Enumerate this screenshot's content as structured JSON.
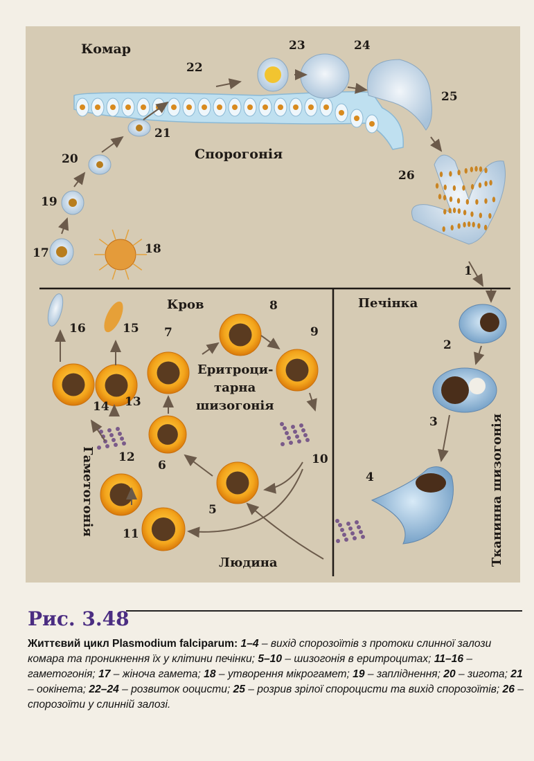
{
  "diagram": {
    "regions": {
      "mosquito": "Комар",
      "blood": "Кров",
      "liver": "Печінка",
      "human": "Людина",
      "sporogony": "Спорогонія",
      "gametogony": "Гаметогонія",
      "tissue_schizogony": "Тканинна шизогонія",
      "ery_line1": "Еритроци-",
      "ery_line2": "тарна",
      "ery_line3": "шизогонія"
    },
    "stages": [
      "1",
      "2",
      "3",
      "4",
      "5",
      "6",
      "7",
      "8",
      "9",
      "10",
      "11",
      "12",
      "13",
      "14",
      "15",
      "16",
      "17",
      "18",
      "19",
      "20",
      "21",
      "22",
      "23",
      "24",
      "25",
      "26"
    ]
  },
  "figure": {
    "label": "Рис. 3.48"
  },
  "caption": {
    "title": "Життєвий цикл Plasmodium falciparum:",
    "items": [
      {
        "range": "1–4",
        "text": " – вихід спорозоїтів з протоки слинної залози комара та проникнення їх у клітини печінки;"
      },
      {
        "range": "5–10",
        "text": " – шизогонія в еритроцитах;"
      },
      {
        "range": "11–16",
        "text": " – гаметогонія;"
      },
      {
        "range": "17",
        "text": " – жіноча гамета;"
      },
      {
        "range": "18",
        "text": " – утворення мікрогамет;"
      },
      {
        "range": "19",
        "text": " – запліднення;"
      },
      {
        "range": "20",
        "text": " – зигота;"
      },
      {
        "range": "21",
        "text": " – оокінета;"
      },
      {
        "range": "22–24",
        "text": " – розвиток ооцисти;"
      },
      {
        "range": "25",
        "text": " – розрив зрілої спороцисти та вихід спорозоїтів;"
      },
      {
        "range": "26",
        "text": " – спорозоїти у слинній залозі."
      }
    ]
  },
  "colors": {
    "background": "#d6cbb4",
    "erythrocyte": "#f0a21a",
    "parasite": "#5a3b20",
    "liver_cell": "#8fb4d6",
    "figure_label": "#4b2d82"
  }
}
